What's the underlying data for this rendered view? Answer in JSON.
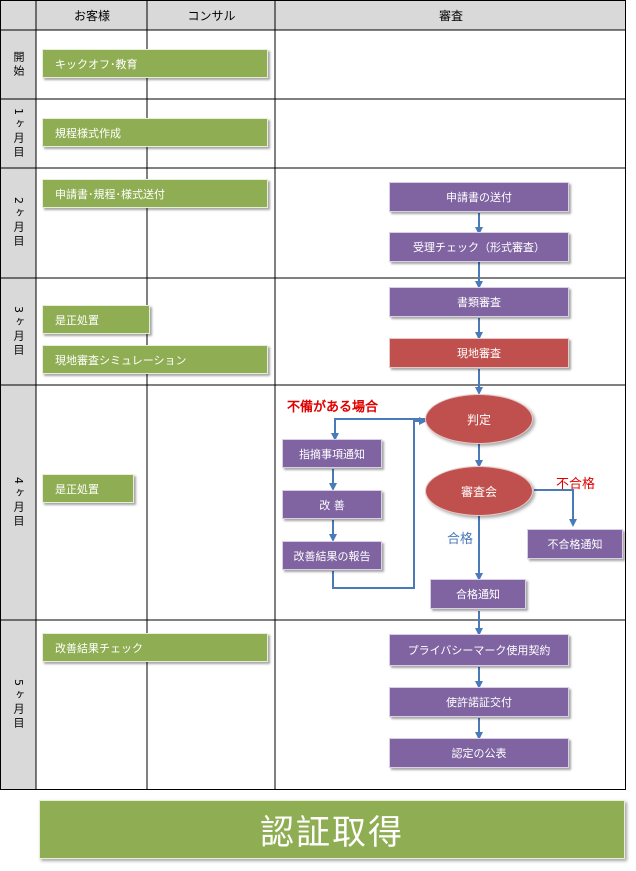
{
  "headers": {
    "client": "お客様",
    "consultant": "コンサル",
    "review": "審査"
  },
  "timeline": [
    "開始",
    "1ヶ月目",
    "2ヶ月目",
    "3ヶ月目",
    "4ヶ月目",
    "5ヶ月目"
  ],
  "client_tasks": {
    "kickoff": "キックオフ･教育",
    "rules": "規程様式作成",
    "send": "申請書･規程･様式送付",
    "correct1": "是正処置",
    "simulation": "現地審査シミュレーション",
    "correct2": "是正処置",
    "check": "改善結果チェック"
  },
  "review_steps": {
    "send_app": "申請書の送付",
    "acceptance": "受理チェック（形式審査）",
    "doc_review": "書類審査",
    "onsite": "現地審査",
    "judgment": "判定",
    "committee": "審査会",
    "pass_notice": "合格通知",
    "fail_notice": "不合格通知",
    "contract": "プライバシーマーク使用契約",
    "license": "使許諾証交付",
    "publish": "認定の公表"
  },
  "correction_loop": {
    "notice": "指摘事項通知",
    "improve": "改 善",
    "report": "改善結果の報告"
  },
  "annotations": {
    "deficiency": "不備がある場合",
    "pass": "合格",
    "fail": "不合格"
  },
  "final": "認証取得",
  "colors": {
    "green": "#8fad52",
    "purple": "#8064a2",
    "red": "#c0504d",
    "header": "#d9d9d9",
    "time_col": "#d9d9d9",
    "line": "#4a7ab8"
  }
}
